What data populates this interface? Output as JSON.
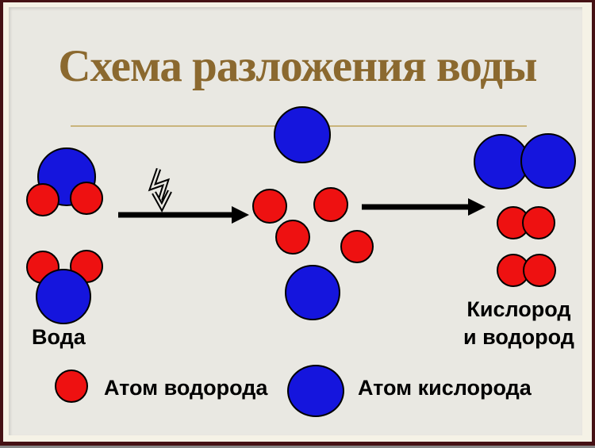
{
  "title": "Схема разложения воды",
  "labels": {
    "reactant": "Вода",
    "products_line1": "Кислород",
    "products_line2": "и водород"
  },
  "legend": {
    "hydrogen": "Атом водорода",
    "oxygen": "Атом кислорода"
  },
  "diagram": {
    "left_stage": "two water molecules",
    "middle_stage": "free atoms: four hydrogen, two oxygen",
    "right_stage": "one oxygen molecule and two hydrogen molecules",
    "trigger": "electric current"
  },
  "colors": {
    "hydrogen_atom": "#ee1111",
    "oxygen_atom": "#1515dd",
    "atom_outline": "#000000",
    "frame": "#451114",
    "mat": "#f5f2e6",
    "background": "#e9e8e2",
    "title_text": "#8b692f",
    "divider": "#c9b47c",
    "arrow": "#000000",
    "label_text": "#000000"
  }
}
